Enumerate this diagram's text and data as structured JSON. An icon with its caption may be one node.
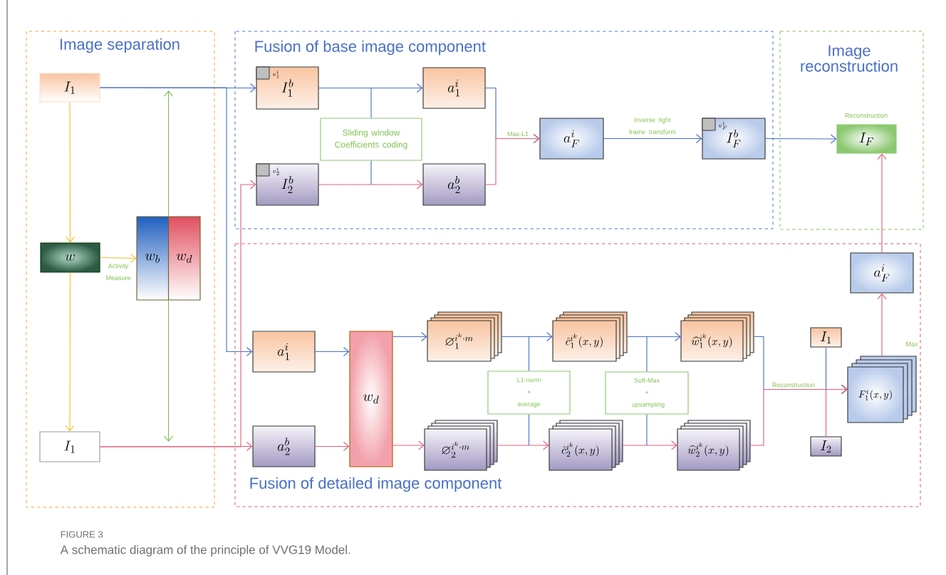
{
  "diagram": {
    "caption": "A schematic diagram of the principle of VVG19 Model.",
    "nodes": [
      {
        "text": [
          "Image separation"
        ]
      },
      {
        "text": [
          "Fusion of base image component"
        ]
      },
      {
        "text": [
          "Image reconstruction"
        ]
      },
      {
        "text": [
          "Fusion of detailed image component"
        ]
      },
      {
        "text": [
          "I_{1}"
        ],
        "in": 0
      },
      {
        "text": [
          "w"
        ],
        "in": 0
      },
      {
        "text": [
          "w_{b}",
          "w_{d}"
        ],
        "in": 0
      },
      {
        "text": [
          "I_{1}"
        ],
        "in": 0
      },
      {
        "text": [
          "v_{1}^{i}",
          "I_{1}^{b}"
        ],
        "in": 1
      },
      {
        "text": [
          "v_{2}^{i}",
          "I_{2}^{b}"
        ],
        "in": 1
      },
      {
        "text": [
          "a_{1}^{i}"
        ],
        "in": 1
      },
      {
        "text": [
          "a_{2}^{b}"
        ],
        "in": 1
      },
      {
        "text": [
          "Sliding window Coefficients coding"
        ],
        "in": 1
      },
      {
        "text": [
          "a_{F}^{i}"
        ],
        "in": 1
      },
      {
        "text": [
          "v_{F}^{i}",
          "I_{F}^{b}"
        ],
        "in": 1
      },
      {
        "text": [
          "I_{F}"
        ],
        "beside": [
          "Reconstruction"
        ],
        "in": 2
      },
      {
        "text": [
          "a_{1}^{i}"
        ],
        "in": 3
      },
      {
        "text": [
          "a_{2}^{b}"
        ],
        "in": 3
      },
      {
        "text": [
          "w_{d}"
        ],
        "in": 3
      },
      {
        "text": [
          "\\varnothing_{1}^{i^{k}\\cdot m}"
        ],
        "in": 3
      },
      {
        "text": [
          "\\varnothing_{2}^{i^{k}\\cdot m}"
        ],
        "in": 3
      },
      {
        "text": [
          "L1-norm + average"
        ],
        "in": 3
      },
      {
        "text": [
          "\\hat{c}_{1}^{i^{k}}(x,y)"
        ],
        "in": 3
      },
      {
        "text": [
          "\\hat{c}_{2}^{i^{k}}(x,y)"
        ],
        "in": 3
      },
      {
        "text": [
          "Soft-Max + upsampling"
        ],
        "in": 3
      },
      {
        "text": [
          "\\widehat{w}_{1}^{i^{k}}(x,y)"
        ],
        "in": 3
      },
      {
        "text": [
          "\\widehat{w}_{2}^{i^{k}}(x,y)"
        ],
        "in": 3
      },
      {
        "text": [
          "I_{1}"
        ],
        "in": 3
      },
      {
        "text": [
          "I_{2}"
        ],
        "in": 3
      },
      {
        "text": [
          "F_{1}^{i}(x,y)"
        ],
        "in": 3
      },
      {
        "text": [
          "a_{F}^{i}"
        ],
        "in": 3
      }
    ],
    "edges": [
      {
        "from": 4,
        "to": 5,
        "arrow": "to",
        "color": "#f0c030"
      },
      {
        "from": 5,
        "to": 7,
        "arrow": "to",
        "color": "#f0c030"
      },
      {
        "from": 5,
        "to": 6,
        "arrow": "to",
        "color": "#f0c030",
        "label": "Activity Measure"
      },
      {
        "from": 6,
        "to": null,
        "arrow": "to",
        "color": "#80bb50"
      },
      {
        "from": 6,
        "to": null,
        "arrow": "to",
        "color": "#80bb50"
      },
      {
        "from": 4,
        "to": 8,
        "arrow": "to"
      },
      {
        "from": 4,
        "to": 16,
        "arrow": "to"
      },
      {
        "from": 7,
        "to": 9,
        "arrow": "to",
        "color": "#e0607a"
      },
      {
        "from": 7,
        "to": 17,
        "arrow": "to",
        "color": "#e0607a"
      },
      {
        "from": 8,
        "to": 10,
        "arrow": "to"
      },
      {
        "from": 9,
        "to": 11,
        "arrow": "to",
        "color": "#e0607a"
      },
      {
        "from": 12,
        "to": null,
        "arrow": "none"
      },
      {
        "from": 12,
        "to": null,
        "arrow": "none"
      },
      {
        "from": 10,
        "to": 13,
        "arrow": "to"
      },
      {
        "from": 11,
        "to": 13,
        "arrow": "to",
        "color": "#e0607a",
        "label": "Max-L1"
      },
      {
        "from": 13,
        "to": 14,
        "arrow": "to",
        "label": "Inverse tight frame transform"
      },
      {
        "from": 14,
        "to": 15,
        "arrow": "to"
      },
      {
        "from": 16,
        "to": 18,
        "arrow": "to"
      },
      {
        "from": 17,
        "to": 18,
        "arrow": "to",
        "color": "#e0607a"
      },
      {
        "from": 18,
        "to": 19,
        "arrow": "to"
      },
      {
        "from": 18,
        "to": 20,
        "arrow": "to",
        "color": "#e0607a"
      },
      {
        "from": 19,
        "to": 22,
        "arrow": "to"
      },
      {
        "from": 20,
        "to": 23,
        "arrow": "to",
        "color": "#e0607a"
      },
      {
        "from": 21,
        "to": null,
        "arrow": "none"
      },
      {
        "from": 21,
        "to": null,
        "arrow": "none"
      },
      {
        "from": 22,
        "to": 25,
        "arrow": "to"
      },
      {
        "from": 23,
        "to": 26,
        "arrow": "to",
        "color": "#e0607a"
      },
      {
        "from": 24,
        "to": null,
        "arrow": "none"
      },
      {
        "from": 24,
        "to": null,
        "arrow": "none"
      },
      {
        "from": 25,
        "to": 29,
        "arrow": "to"
      },
      {
        "from": 26,
        "to": 29,
        "arrow": "to",
        "color": "#e0607a",
        "label": "Reconstruction"
      },
      {
        "from": 27,
        "to": 29,
        "arrow": "to"
      },
      {
        "from": 28,
        "to": 29,
        "arrow": "to",
        "color": "#e0607a"
      },
      {
        "from": 29,
        "to": 30,
        "arrow": "to",
        "color": "#e0607a"
      },
      {
        "from": 30,
        "to": 15,
        "arrow": "to",
        "color": "#e0607a"
      }
    ],
    "labels": [
      "Max",
      "FIGURE 3"
    ]
  }
}
